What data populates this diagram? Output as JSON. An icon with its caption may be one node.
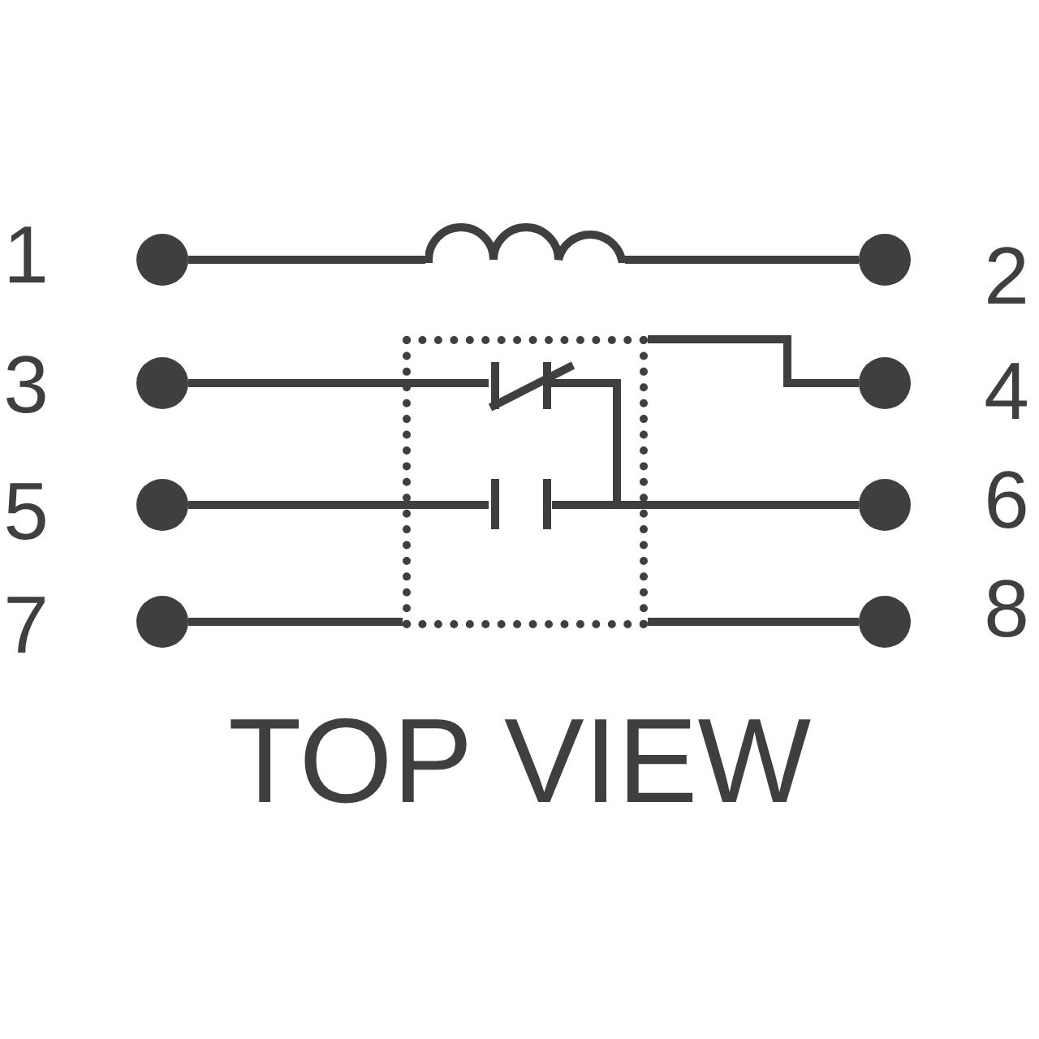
{
  "diagram": {
    "nodes": [
      {
        "text": [],
        "shape": "circle",
        "beside": [
          "1"
        ]
      },
      {
        "text": [],
        "shape": "circle",
        "beside": [
          "2"
        ]
      },
      {
        "text": [],
        "shape": "circle",
        "beside": [
          "3"
        ]
      },
      {
        "text": [],
        "shape": "circle",
        "beside": [
          "4"
        ]
      },
      {
        "text": [],
        "shape": "circle",
        "beside": [
          "5"
        ]
      },
      {
        "text": [],
        "shape": "circle",
        "beside": [
          "6"
        ]
      },
      {
        "text": [],
        "shape": "circle",
        "beside": [
          "7"
        ]
      },
      {
        "text": [],
        "shape": "circle",
        "beside": [
          "8"
        ]
      },
      {
        "text": [],
        "shape": "coil"
      },
      {
        "text": [],
        "shape": "box"
      },
      {
        "text": [],
        "shape": "switch",
        "in": 9
      },
      {
        "text": [],
        "shape": "capacitor",
        "in": 9
      }
    ],
    "edges": [
      {
        "from": 0,
        "to": 8,
        "arrow": "none"
      },
      {
        "from": 8,
        "to": 1,
        "arrow": "none"
      },
      {
        "from": 2,
        "to": 10,
        "arrow": "none"
      },
      {
        "from": 10,
        "to": 5,
        "arrow": "none"
      },
      {
        "from": 4,
        "to": 11,
        "arrow": "none"
      },
      {
        "from": 11,
        "to": 5,
        "arrow": "none"
      },
      {
        "from": 9,
        "to": 3,
        "arrow": "none"
      },
      {
        "from": 6,
        "to": 9,
        "arrow": "none"
      },
      {
        "from": 9,
        "to": 7,
        "arrow": "none"
      }
    ],
    "labels": [
      "TOP VIEW"
    ]
  }
}
